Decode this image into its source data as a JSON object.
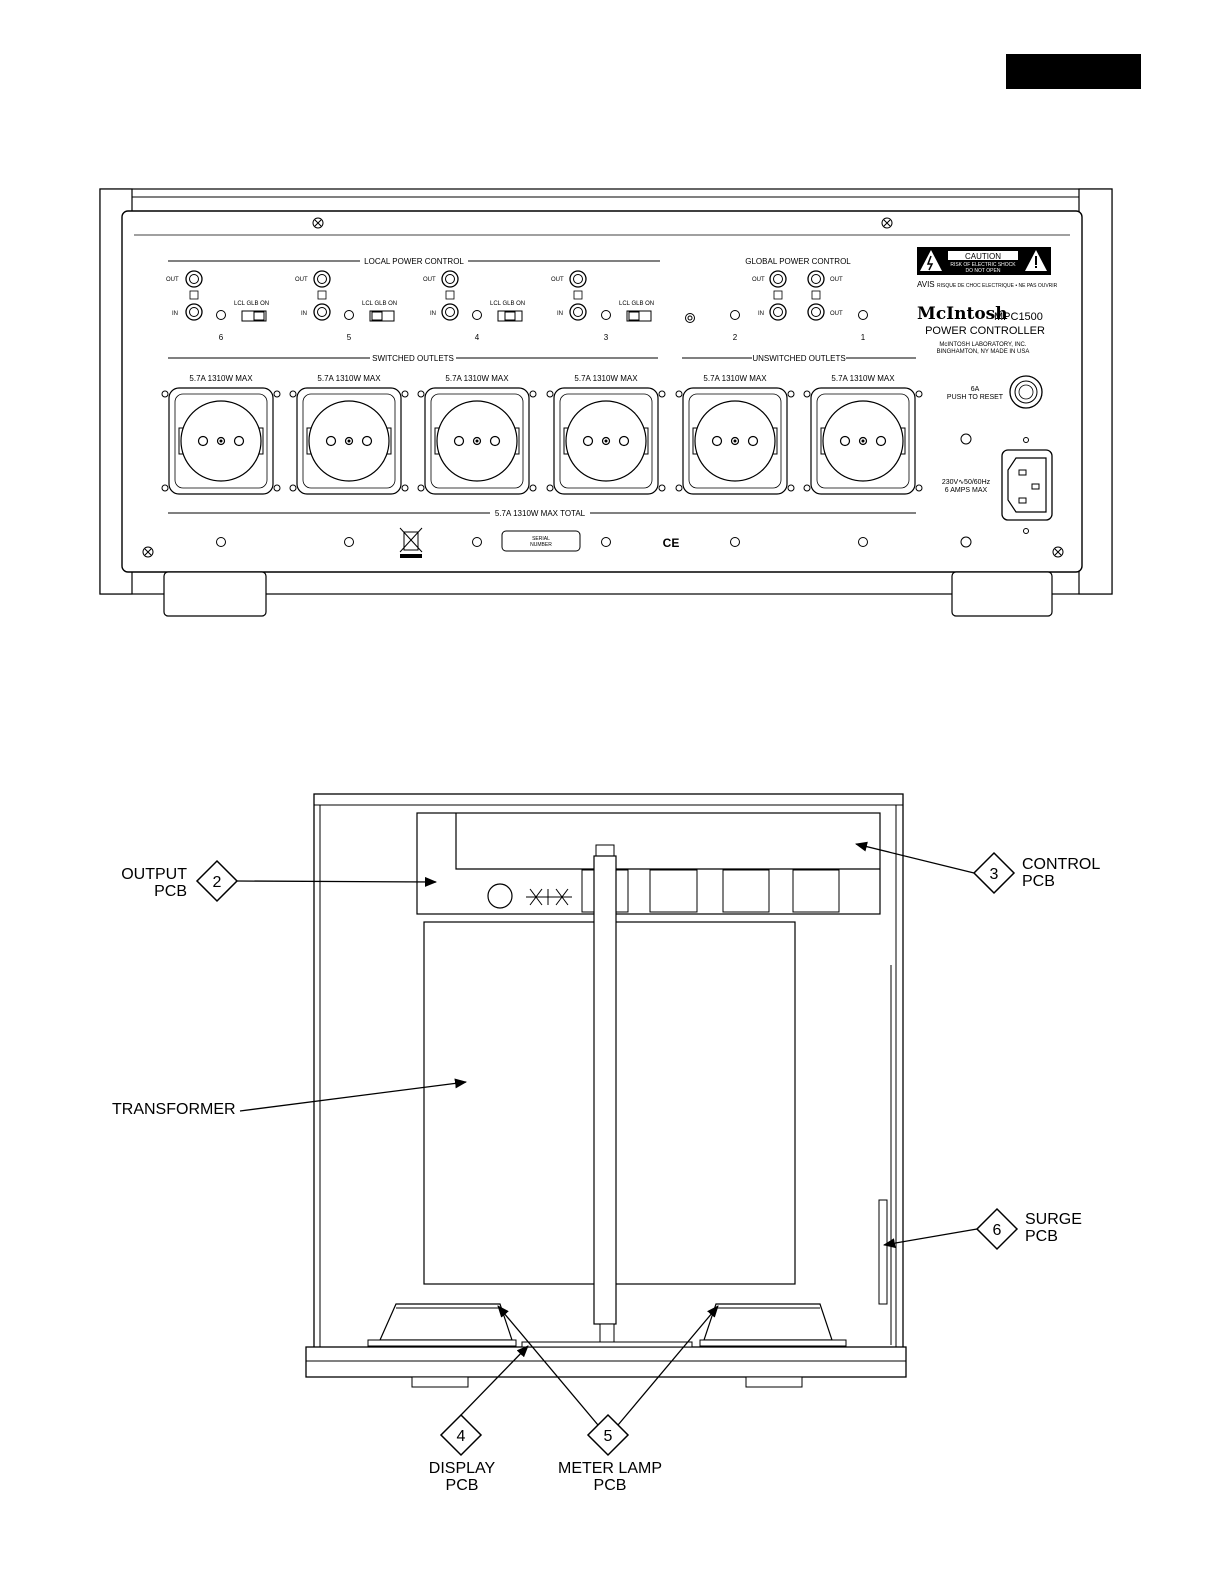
{
  "rear_panel": {
    "local_section": "LOCAL POWER CONTROL",
    "global_section": "GLOBAL POWER CONTROL",
    "switched_section": "SWITCHED OUTLETS",
    "unswitched_section": "UNSWITCHED OUTLETS",
    "total_rating": "5.7A 1310W MAX TOTAL",
    "out_label": "OUT",
    "in_label": "IN",
    "switch_labels": "LCL  GLB  ON",
    "outlet_rating": "5.7A 1310W MAX",
    "channel_numbers": [
      "6",
      "5",
      "4",
      "3",
      "2",
      "1"
    ],
    "caution_title": "CAUTION",
    "caution_line1": "RISK OF ELECTRIC SHOCK",
    "caution_line2": "DO NOT OPEN",
    "avis_label": "AVIS",
    "avis_text": "RISQUE DE CHOC ELECTRIQUE • NE PAS OUVRIR",
    "brand": "McIntosh",
    "model": "MPC1500",
    "product": "POWER CONTROLLER",
    "maker": "McINTOSH LABORATORY, INC.",
    "location": "BINGHAMTON, NY   MADE IN USA",
    "fuse_rating": "6A",
    "fuse_action": "PUSH TO RESET",
    "power_rating_1": "230V∿50/60Hz",
    "power_rating_2": "6 AMPS MAX",
    "serial_1": "SERIAL",
    "serial_2": "NUMBER",
    "ce_mark": "CE"
  },
  "top_view": {
    "output_pcb": {
      "number": "2",
      "line1": "OUTPUT",
      "line2": "PCB"
    },
    "control_pcb": {
      "number": "3",
      "line1": "CONTROL",
      "line2": "PCB"
    },
    "transformer": {
      "label": "TRANSFORMER"
    },
    "surge_pcb": {
      "number": "6",
      "line1": "SURGE",
      "line2": "PCB"
    },
    "display_pcb": {
      "number": "4",
      "line1": "DISPLAY",
      "line2": "PCB"
    },
    "meter_lamp_pcb": {
      "number": "5",
      "line1": "METER  LAMP",
      "line2": "PCB"
    }
  }
}
